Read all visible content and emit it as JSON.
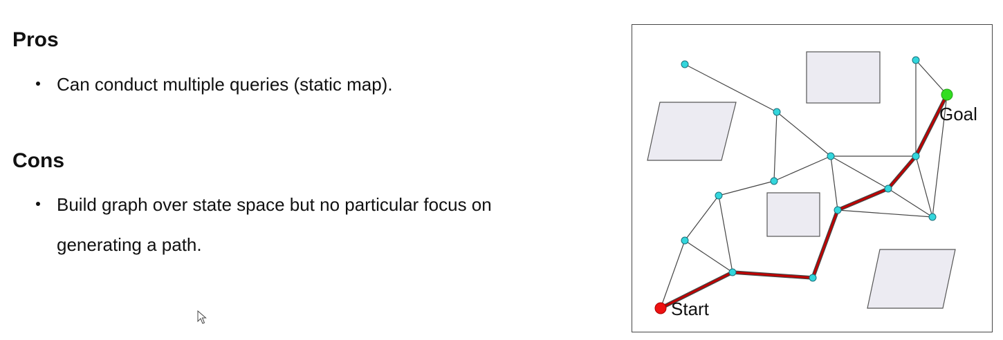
{
  "pros": {
    "heading": "Pros",
    "items": [
      "Can conduct multiple queries (static map)."
    ]
  },
  "cons": {
    "heading": "Cons",
    "items": [
      "Build graph over state space but no particular focus on generating a path."
    ]
  },
  "diagram": {
    "start_label": "Start",
    "goal_label": "Goal",
    "colors": {
      "node": "#33d6dc",
      "edge": "#444444",
      "path": "#c00000",
      "start": "#ee1111",
      "goal": "#33dd22",
      "obstacle_fill": "#ecebf2",
      "obstacle_stroke": "#555555"
    }
  }
}
